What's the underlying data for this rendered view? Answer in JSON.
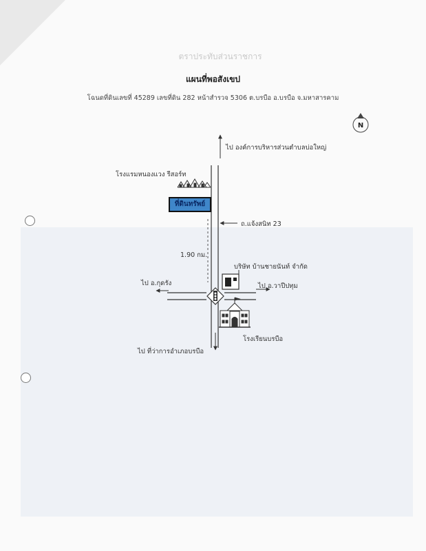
{
  "header_stamp": "ตราประทับส่วนราชการ",
  "title": "แผนที่พอสังเขป",
  "subtitle": "โฉนดที่ดินเลขที่ 45289 เลขที่ดิน 282 หน้าสำรวจ 5306 ต.บรบือ อ.บรบือ จ.มหาสารคาม",
  "compass": {
    "letter": "N"
  },
  "labels": {
    "north": "ไป องค์การบริหารส่วนตำบลบ่อใหญ่",
    "south": "ไป ที่ว่าการอำเภอบรบือ",
    "west": "ไป อ.กุดรัง",
    "east": "ไป อ.วาปีปทุม",
    "road": "ถ.แจ้งสนิท 23",
    "distance": "1.90 กม.",
    "hotel": "โรงแรมหนองแวง รีสอร์ท",
    "company": "บริษัท บ้านชายนันท์ จำกัด",
    "school": "โรงเรียนบรบือ",
    "plot": "ที่ดินทรัพย์"
  },
  "colors": {
    "plot_fill": "#3f86c9",
    "plot_border": "#111111",
    "road": "#333333"
  },
  "icons": [
    "compass-icon",
    "hotel-icon",
    "company-icon",
    "school-icon",
    "traffic-light-icon"
  ]
}
